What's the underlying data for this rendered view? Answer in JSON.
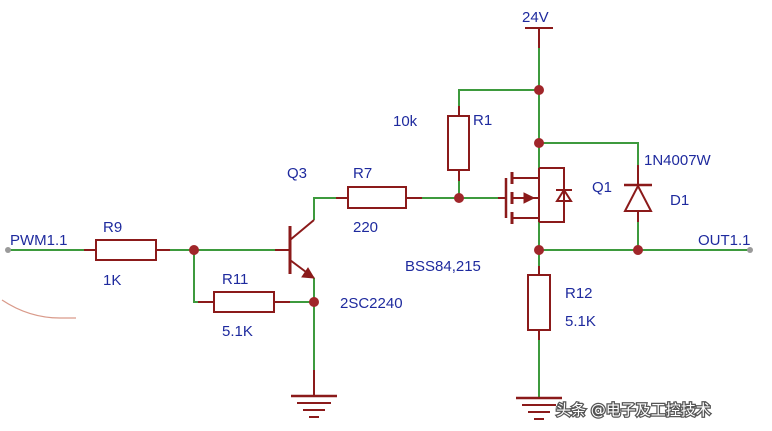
{
  "labels": {
    "supply": "24V",
    "pwm_in": "PWM1.1",
    "out": "OUT1.1",
    "r9_ref": "R9",
    "r9_val": "1K",
    "r11_ref": "R11",
    "r11_val": "5.1K",
    "q3_ref": "Q3",
    "q3_part": "2SC2240",
    "r7_ref": "R7",
    "r7_val": "220",
    "r1_ref": "R1",
    "r1_val": "10k",
    "q1_ref": "Q1",
    "q1_part": "BSS84,215",
    "d1_ref": "D1",
    "d1_part": "1N4007W",
    "r12_ref": "R12",
    "r12_val": "5.1K"
  },
  "watermark": "头条 @电子及工控技术",
  "colors": {
    "wire": "#3d9a3d",
    "component": "#8b1a1a",
    "junction": "#a0262a",
    "label": "#1e2a9e"
  }
}
